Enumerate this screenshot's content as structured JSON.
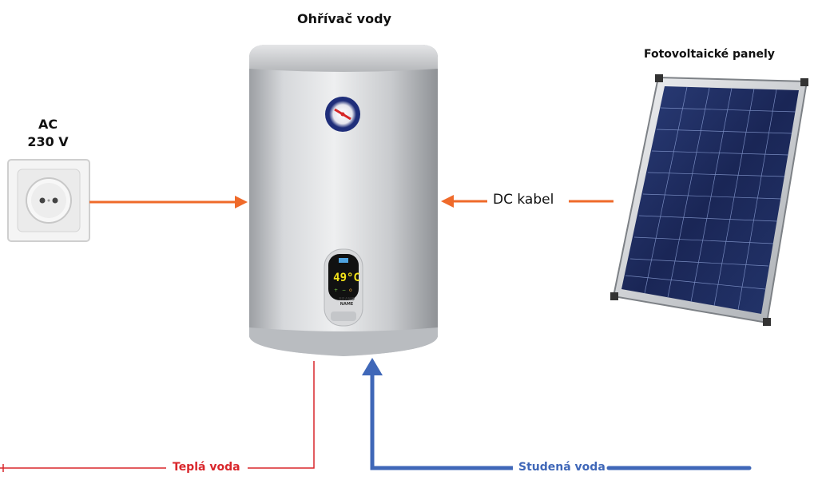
{
  "heater": {
    "title": "Ohřívač vody",
    "display": "49°C",
    "brand": "BRAND NAME"
  },
  "panels": {
    "title": "Fotovoltaické panely"
  },
  "ac": {
    "line1": "AC",
    "line2": "230 V"
  },
  "cables": {
    "dc_label": "DC kabel"
  },
  "pipes": {
    "hot_label": "Teplá voda",
    "cold_label": "Studená voda"
  },
  "colors": {
    "ac_arrow": "#ef6a2a",
    "dc_arrow": "#ef6a2a",
    "hot_water": "#d9262b",
    "cold_water": "#3f67b8",
    "panel_cell": "#1c2b5a"
  }
}
